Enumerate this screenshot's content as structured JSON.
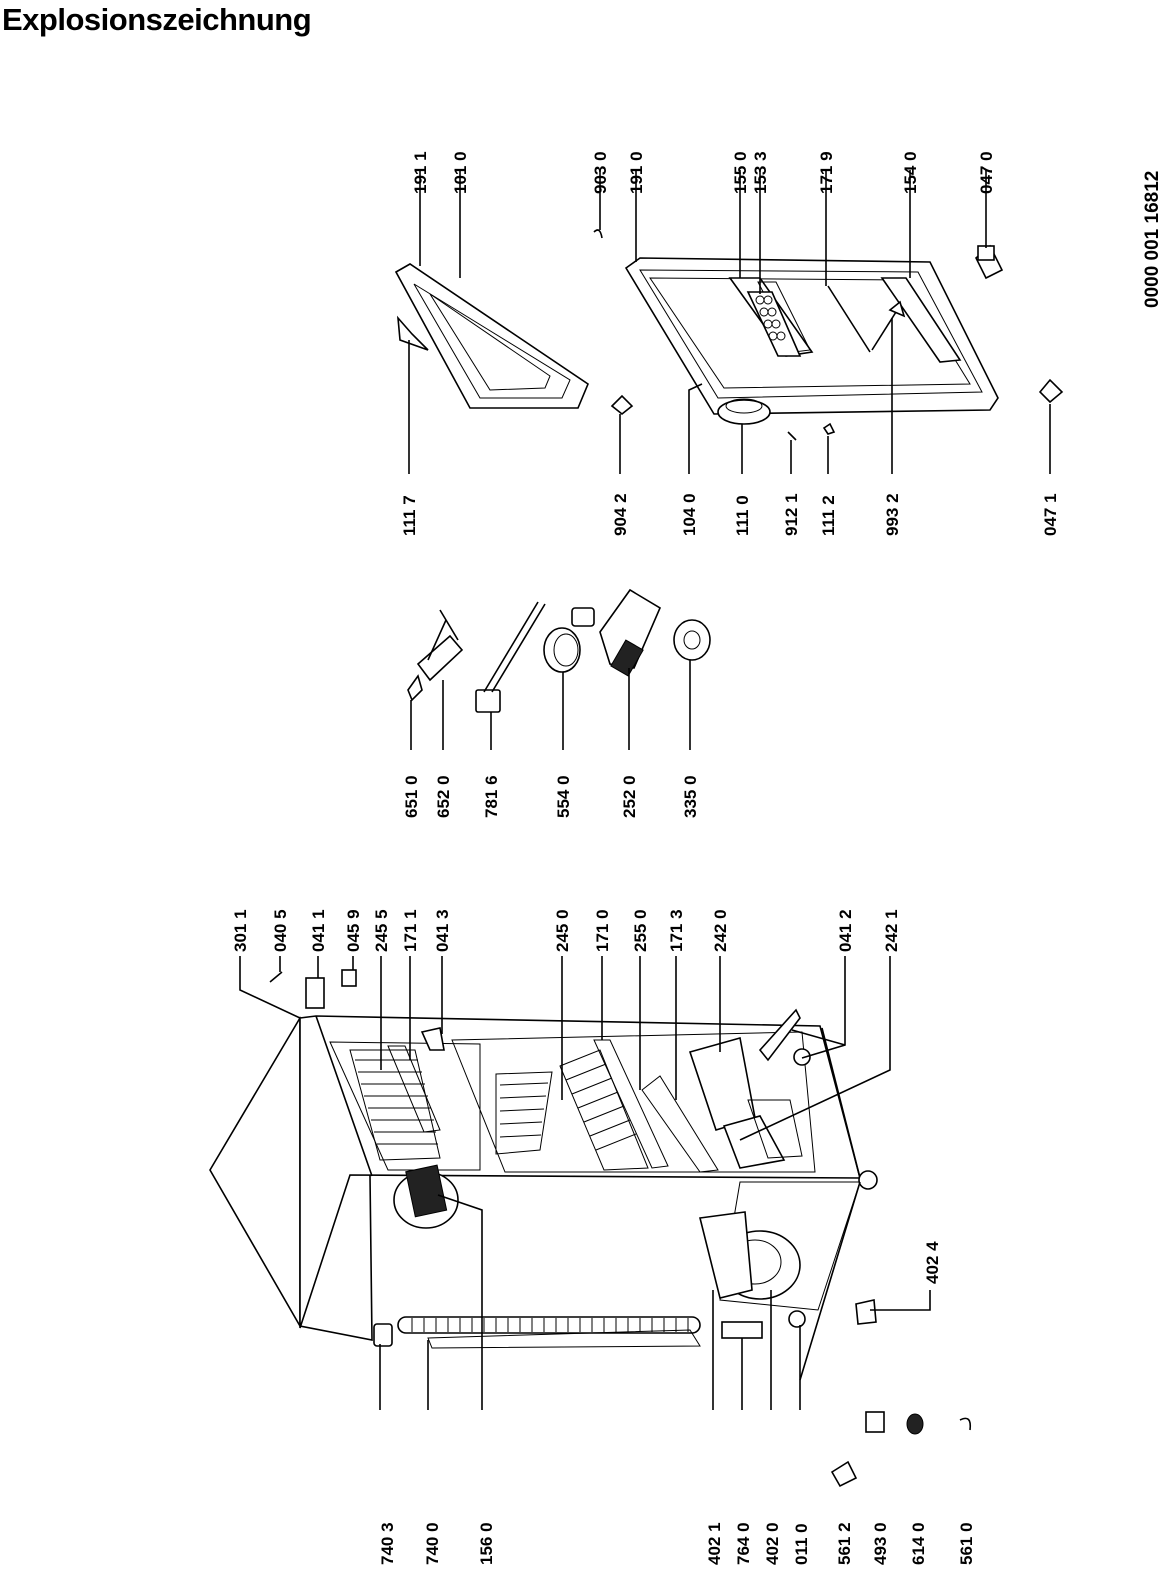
{
  "title": "Explosionszeichnung",
  "document_number": "0000  001 16812",
  "parts": {
    "cabinet": [
      "740 3",
      "740 0",
      "156 0",
      "402 1",
      "764 0",
      "402 0",
      "011 0",
      "561 2",
      "493 0",
      "614 0",
      "561 0",
      "402 4",
      "242 1",
      "041 2",
      "242 0",
      "171 3",
      "255 0",
      "171 0",
      "245 0",
      "041 3",
      "171 1",
      "245 5",
      "045 9",
      "041 1",
      "040 5",
      "301 1"
    ],
    "components": [
      "651 0",
      "652 0",
      "781 6",
      "554 0",
      "252 0",
      "335 0"
    ],
    "doors": [
      "111 7",
      "191 1",
      "101 0",
      "904 2",
      "903 0",
      "191 0",
      "104 0",
      "111 0",
      "912 1",
      "111 2",
      "155 0",
      "153 3",
      "171 9",
      "993 2",
      "154 0",
      "047 0",
      "047 1"
    ]
  }
}
